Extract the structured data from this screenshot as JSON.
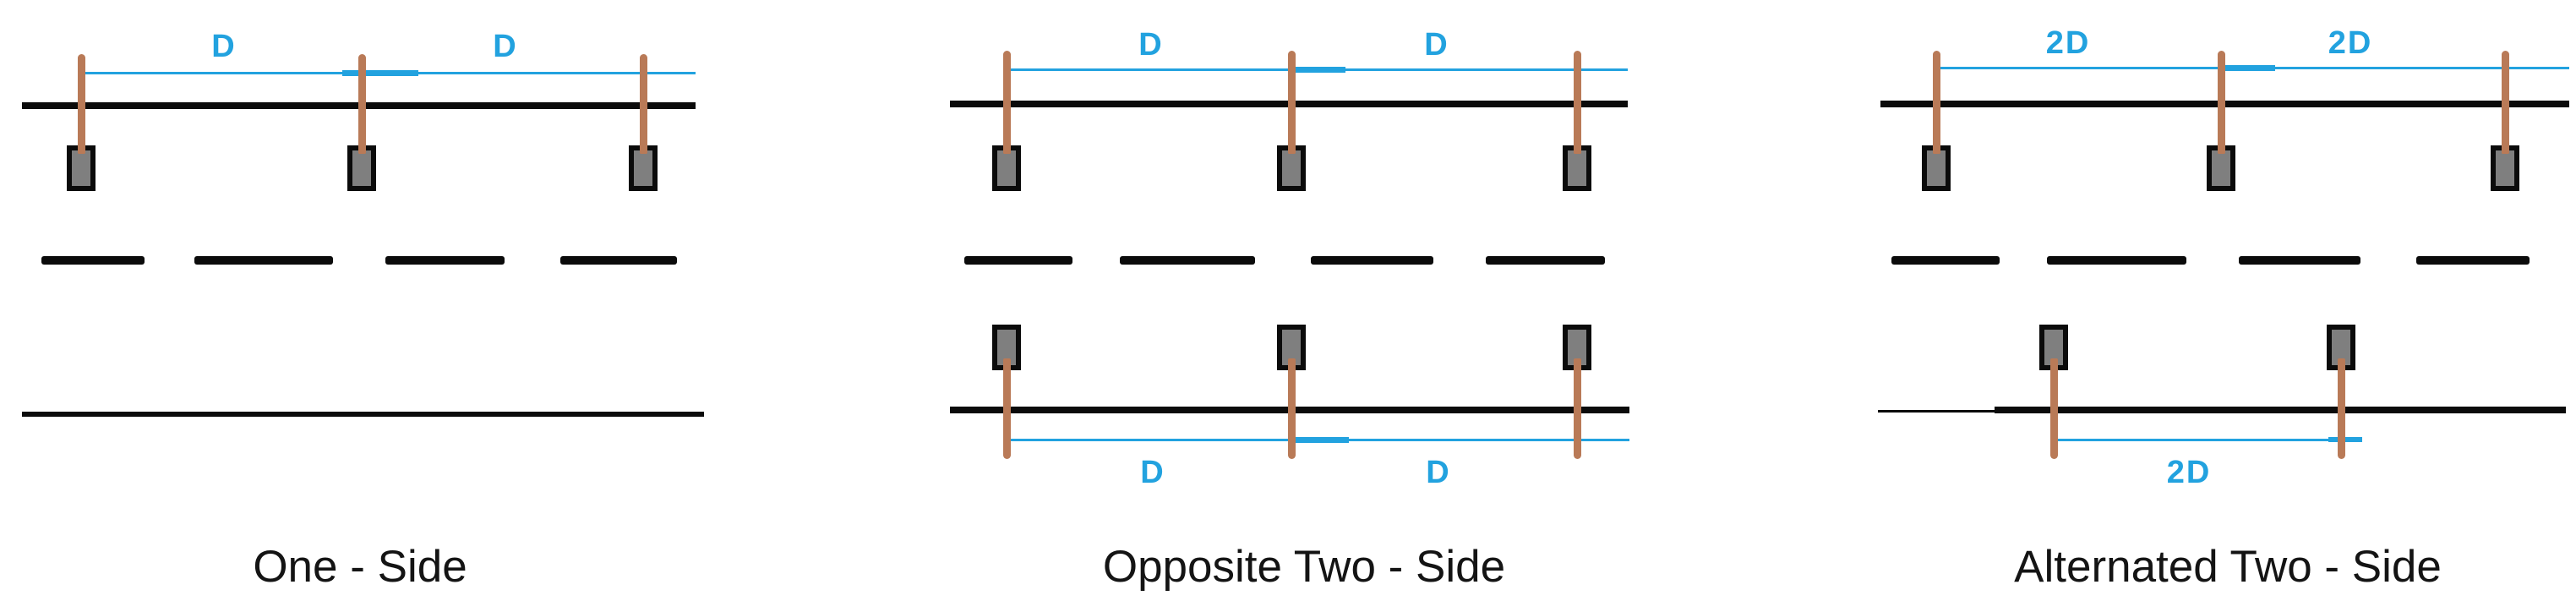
{
  "colors": {
    "dimension_blue": "#22a2df",
    "pole_brown": "#b97a57",
    "lamp_gray": "#7f7f7f",
    "line_black": "#0b0b0b",
    "background": "#ffffff"
  },
  "panels": [
    {
      "caption": "One - Side",
      "top_spacing_labels": [
        "D",
        "D"
      ],
      "bottom_spacing_labels": []
    },
    {
      "caption": "Opposite Two - Side",
      "top_spacing_labels": [
        "D",
        "D"
      ],
      "bottom_spacing_labels": [
        "D",
        "D"
      ]
    },
    {
      "caption": "Alternated Two - Side",
      "top_spacing_labels": [
        "2D",
        "2D"
      ],
      "bottom_spacing_labels": [
        "2D"
      ]
    }
  ]
}
